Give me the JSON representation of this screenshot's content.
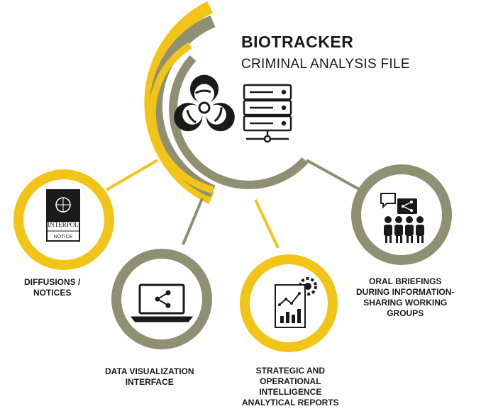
{
  "header": {
    "title": "BIOTRACKER",
    "subtitle": "CRIMINAL ANALYSIS FILE"
  },
  "nodes": [
    {
      "icon": "interpol-notice-icon",
      "ring_color": "#f2c417",
      "badge_top": "INTERPOL",
      "badge_bottom": "NOTICE",
      "label_lines": [
        "DIFFUSIONS /",
        "NOTICES"
      ]
    },
    {
      "icon": "laptop-share-icon",
      "ring_color": "#8f8f74",
      "label_lines": [
        "DATA VISUALIZATION",
        "INTERFACE"
      ]
    },
    {
      "icon": "report-chart-gear-icon",
      "ring_color": "#f2c417",
      "label_lines": [
        "STRATEGIC AND",
        "OPERATIONAL",
        "INTELLIGENCE",
        "ANALYTICAL REPORTS"
      ]
    },
    {
      "icon": "briefing-group-icon",
      "ring_color": "#8f8f74",
      "label_lines": [
        "ORAL BRIEFINGS",
        "DURING INFORMATION-",
        "SHARING WORKING",
        "GROUPS"
      ]
    }
  ],
  "hub": {
    "icons": [
      "biohazard-icon",
      "server-icon"
    ]
  },
  "colors": {
    "yellow": "#f2c417",
    "olive": "#8f8f74",
    "dark": "#1a1a1a"
  }
}
